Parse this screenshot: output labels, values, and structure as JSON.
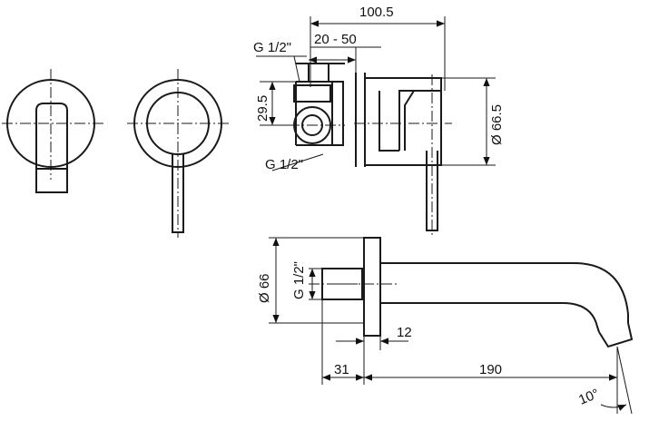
{
  "drawing": {
    "dims": {
      "overall_depth": "100.5",
      "adjust_range": "20 - 50",
      "inlet_thread_top": "G 1/2\"",
      "inlet_offset": "29.5",
      "inlet_thread_bottom": "G  1/2\"",
      "rosette_diameter_mixer": "Ø 66.5",
      "rosette_diameter_spout": "Ø 66",
      "spout_thread": "G  1/2\"",
      "plate_thickness": "12",
      "rosette_depth": "31",
      "spout_projection": "190",
      "spout_angle": "10°"
    }
  }
}
